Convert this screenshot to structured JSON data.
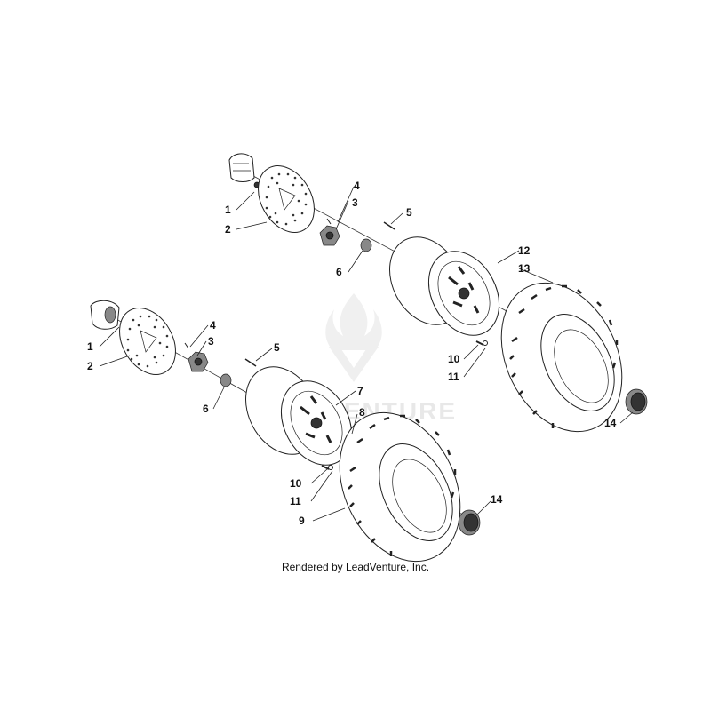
{
  "footer": {
    "credit": "Rendered by LeadVenture, Inc."
  },
  "watermark": {
    "text": "LEADVENTURE",
    "color": "#e6e6e6"
  },
  "upper_assembly": {
    "callouts": [
      "1",
      "2",
      "4",
      "3",
      "5",
      "6",
      "12",
      "13",
      "10",
      "11",
      "14"
    ]
  },
  "lower_assembly": {
    "callouts": [
      "1",
      "2",
      "4",
      "3",
      "5",
      "6",
      "7",
      "8",
      "10",
      "11",
      "9",
      "14"
    ]
  }
}
